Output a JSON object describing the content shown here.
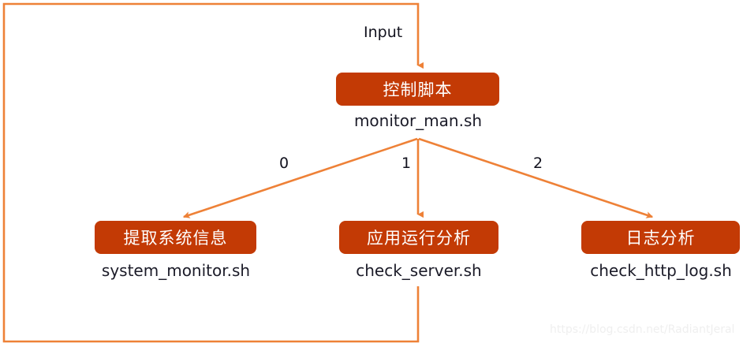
{
  "diagram": {
    "title_label": "Input",
    "accent_line_color": "#ee8137",
    "node_fill_color": "#c33a05",
    "node_text_color": "#ffffff",
    "caption_text_color": "#1b1b28",
    "nodes": [
      {
        "id": "control",
        "label": "控制脚本",
        "caption": "monitor_man.sh"
      },
      {
        "id": "sysinfo",
        "label": "提取系统信息",
        "caption": "system_monitor.sh"
      },
      {
        "id": "apprun",
        "label": "应用运行分析",
        "caption": "check_server.sh"
      },
      {
        "id": "logana",
        "label": "日志分析",
        "caption": "check_http_log.sh"
      }
    ],
    "edge_labels": [
      {
        "id": "zero",
        "text": "0"
      },
      {
        "id": "one",
        "text": "1"
      },
      {
        "id": "two",
        "text": "2"
      }
    ]
  },
  "watermark": {
    "text": "https://blog.csdn.net/RadiantJeral"
  }
}
